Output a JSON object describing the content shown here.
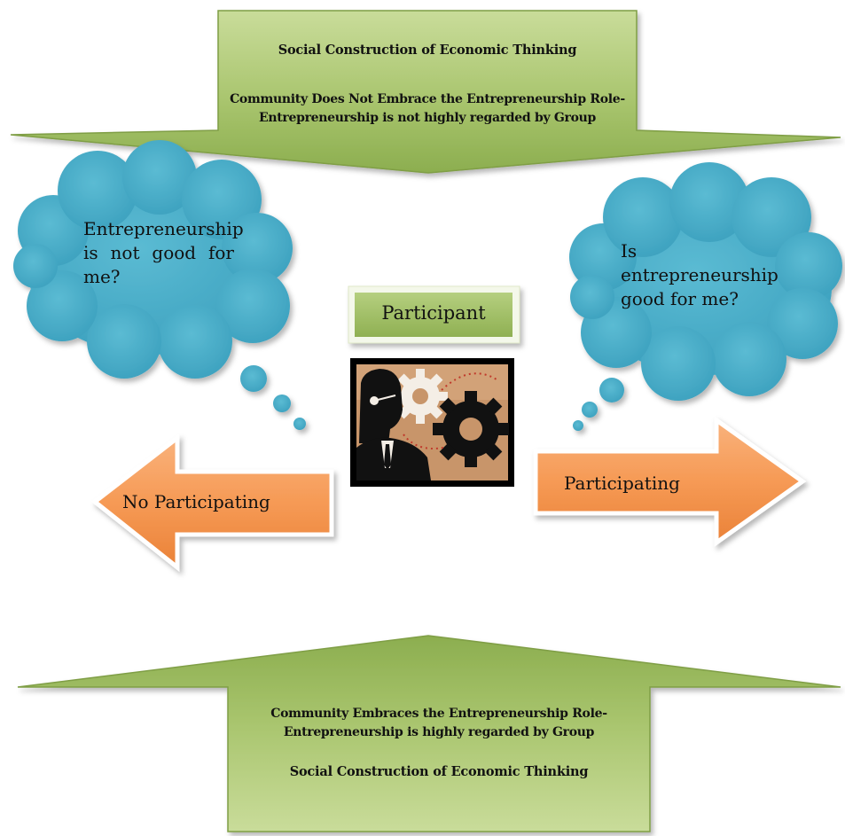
{
  "top_banner": {
    "title": "Social Construction of Economic Thinking",
    "line1": "Community Does Not Embrace the Entrepreneurship Role-",
    "line2": "Entrepreneurship is not highly regarded by Group"
  },
  "bottom_banner": {
    "line1": "Community Embraces the Entrepreneurship Role-",
    "line2": "Entrepreneurship is highly regarded by Group",
    "title": "Social Construction of Economic Thinking"
  },
  "left_cloud": {
    "line1": "Entrepreneurship",
    "line2": "is not good for",
    "line3": "me?"
  },
  "right_cloud": {
    "line1": "Is",
    "line2": "entrepreneurship",
    "line3": "good for me?"
  },
  "participant_label": "Participant",
  "left_arrow_label": "No Participating",
  "right_arrow_label": "Participating",
  "colors": {
    "banner_green": "#9bbb59",
    "cloud_blue": "#4bacc6",
    "arrow_orange": "#f79646",
    "clipart_bg": "#c8956a"
  }
}
